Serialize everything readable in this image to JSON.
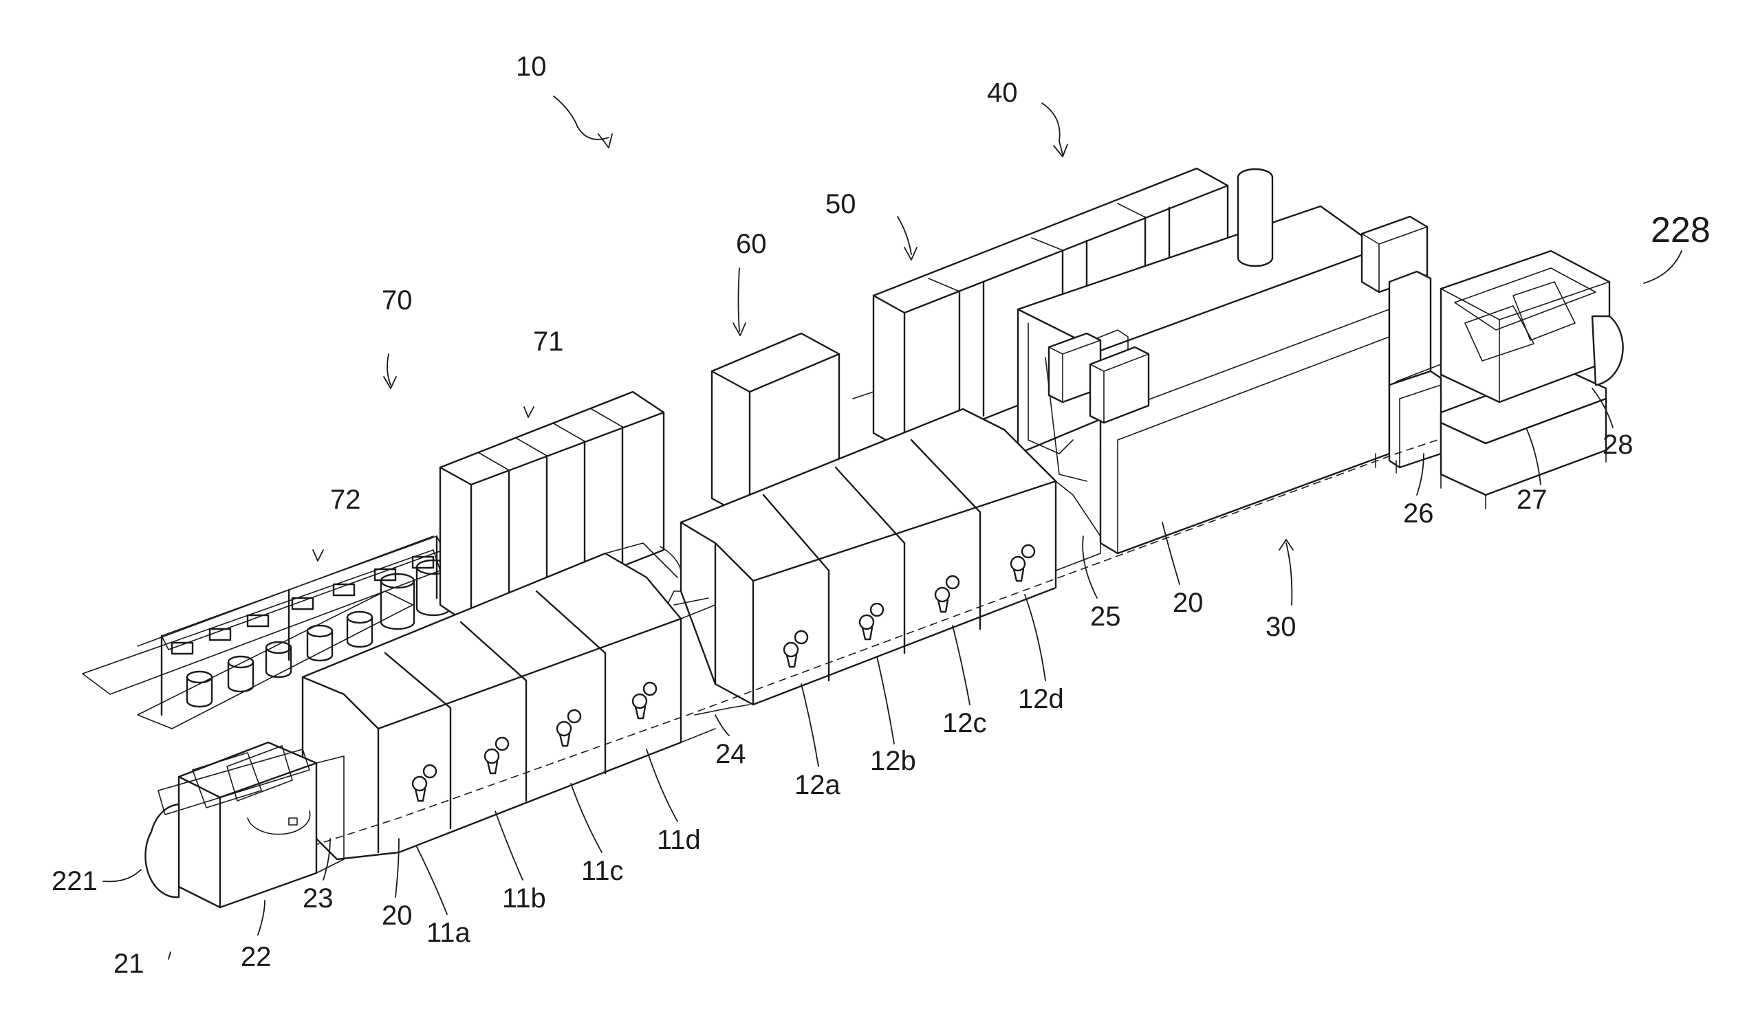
{
  "labels": {
    "l10": "10",
    "l40": "40",
    "l50": "50",
    "l60": "60",
    "l70": "70",
    "l71": "71",
    "l72": "72",
    "l228": "228",
    "l28": "28",
    "l27": "27",
    "l26": "26",
    "l25": "25",
    "l20a": "20",
    "l30": "30",
    "l12d": "12d",
    "l12c": "12c",
    "l12b": "12b",
    "l12a": "12a",
    "l24": "24",
    "l11d": "11d",
    "l11c": "11c",
    "l11b": "11b",
    "l11a": "11a",
    "l20b": "20",
    "l23": "23",
    "l22": "22",
    "l21": "21",
    "l221": "221"
  }
}
